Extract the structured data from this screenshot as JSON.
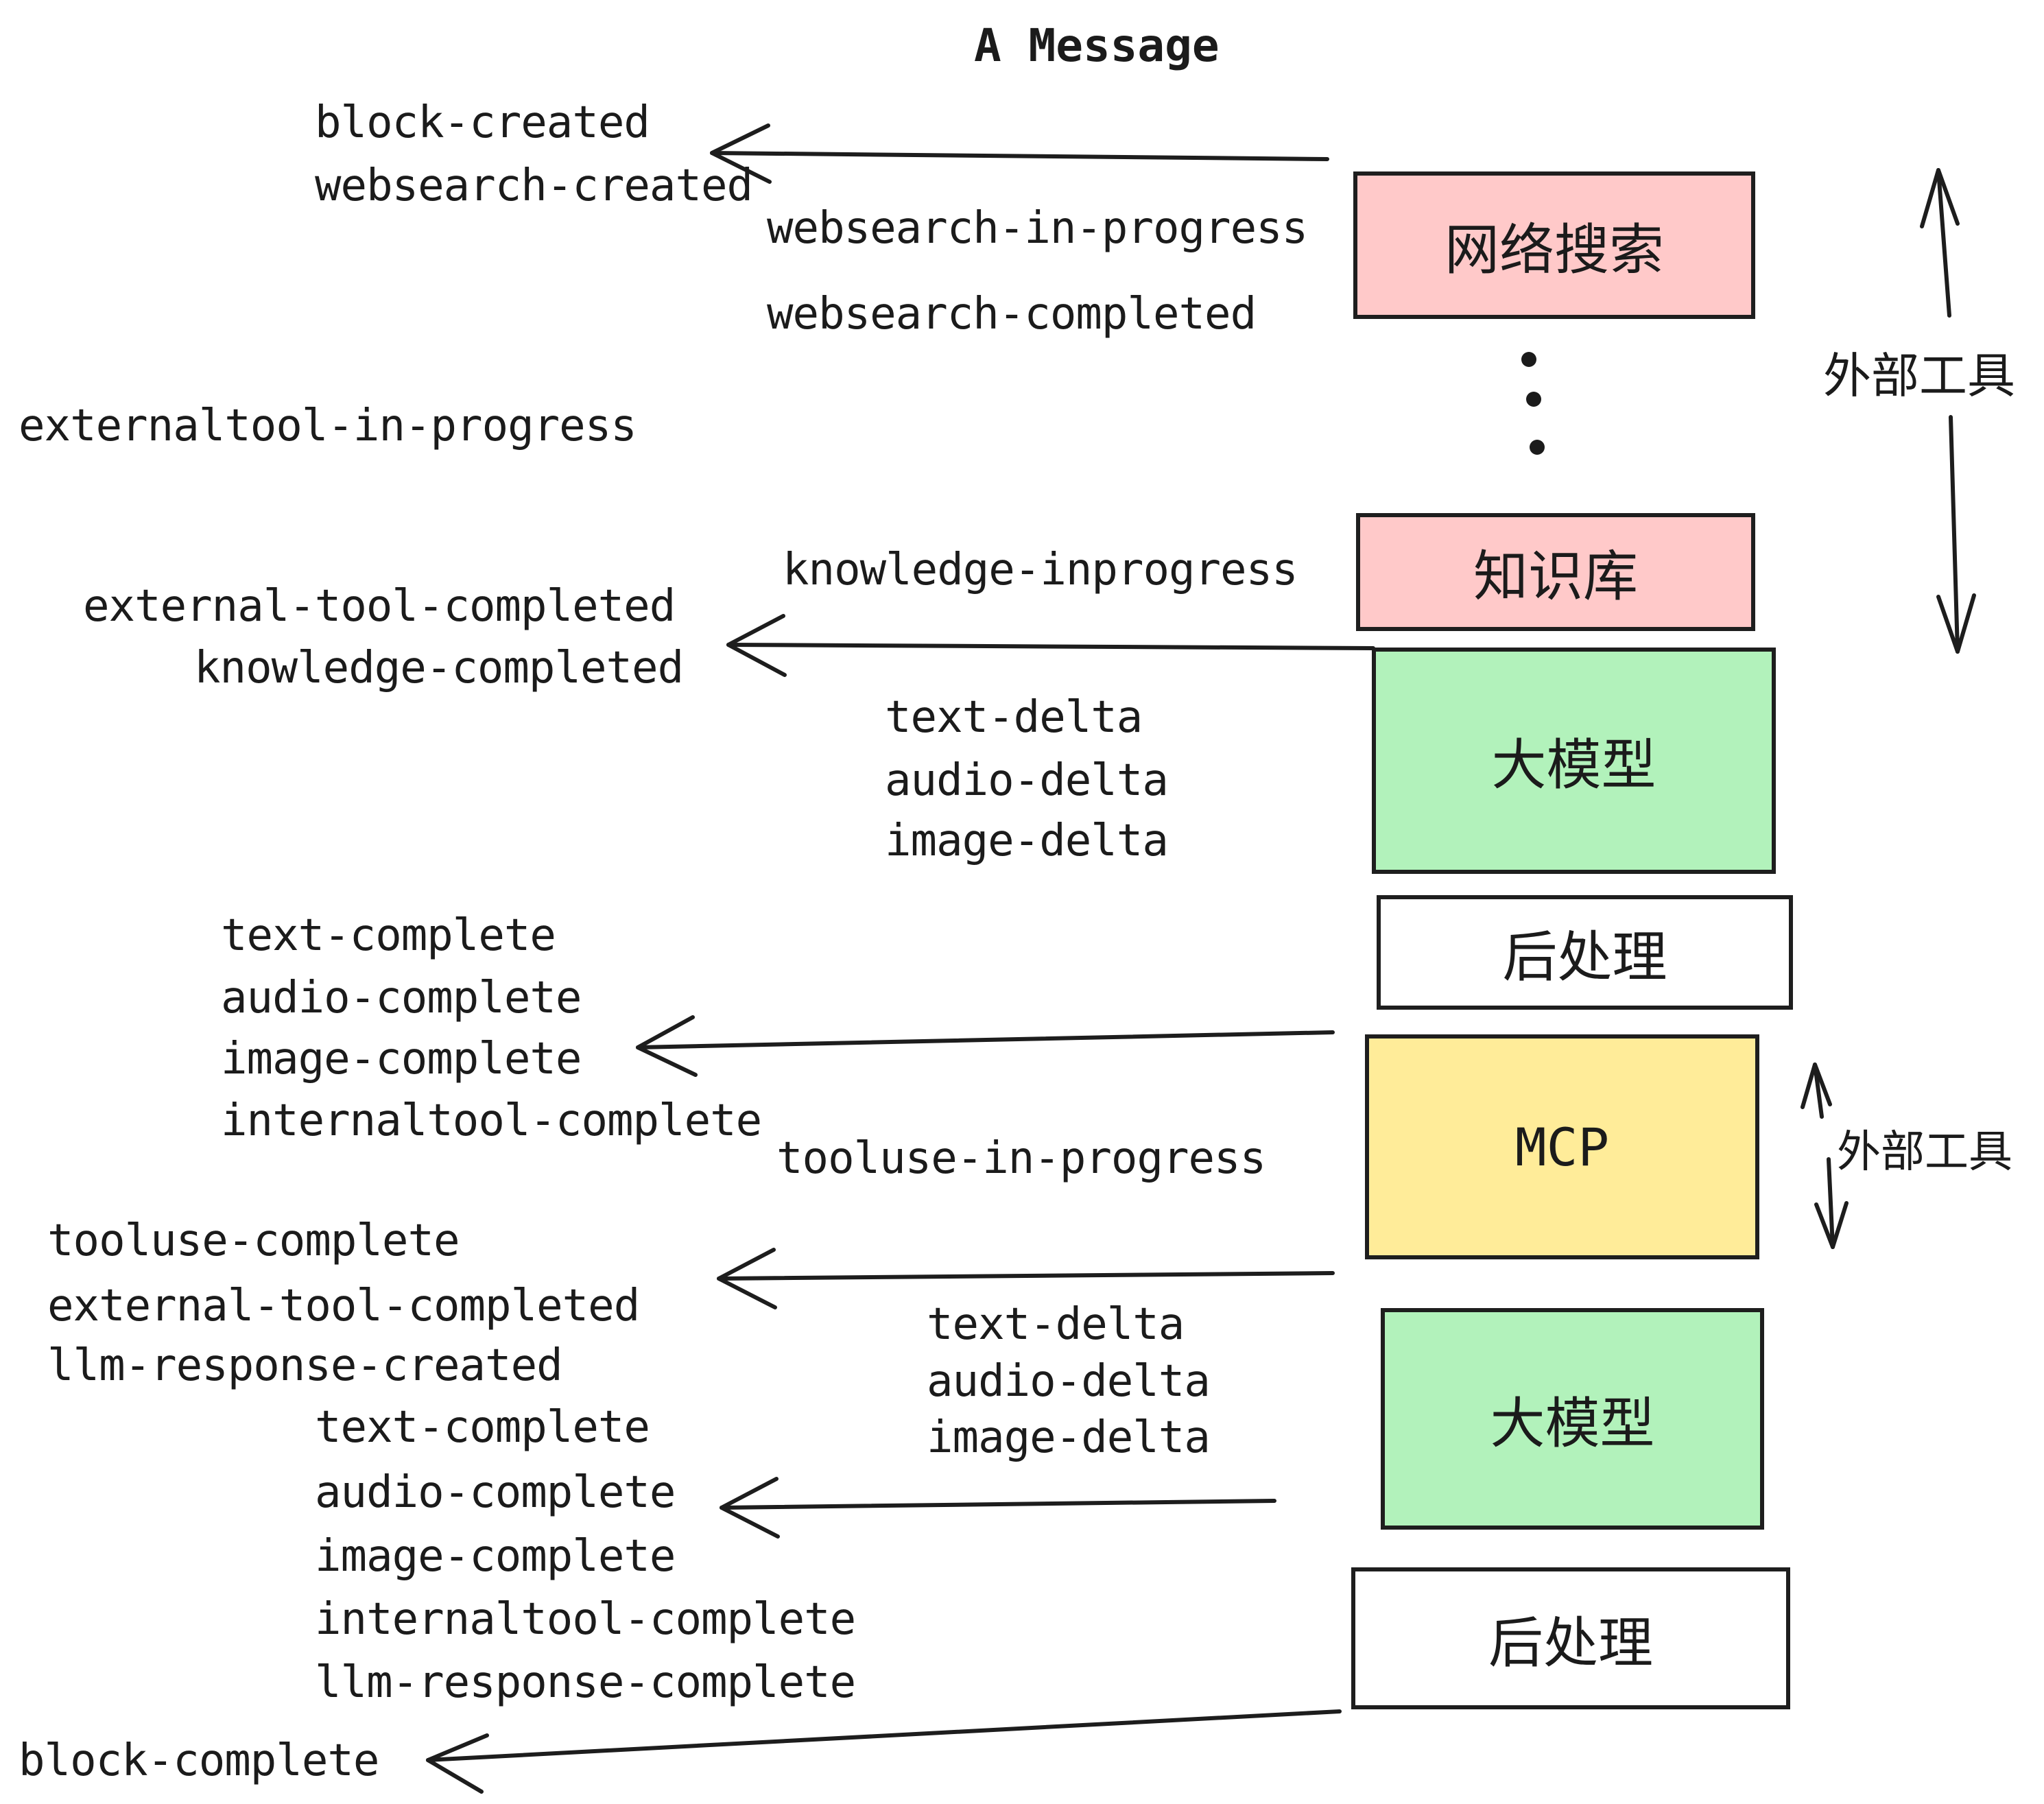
{
  "title": "A Message",
  "events": {
    "block_created": "block-created",
    "websearch_created": "websearch-created",
    "websearch_in_progress": "websearch-in-progress",
    "websearch_completed": "websearch-completed",
    "externaltool_in_progress": "externaltool-in-progress",
    "knowledge_inprogress": "knowledge-inprogress",
    "external_tool_completed": "external-tool-completed",
    "knowledge_completed": "knowledge-completed",
    "text_delta": "text-delta",
    "audio_delta": "audio-delta",
    "image_delta": "image-delta",
    "text_complete": "text-complete",
    "audio_complete": "audio-complete",
    "image_complete": "image-complete",
    "internaltool_complete": "internaltool-complete",
    "tooluse_in_progress": "tooluse-in-progress",
    "tooluse_complete": "tooluse-complete",
    "llm_response_created": "llm-response-created",
    "llm_response_complete": "llm-response-complete",
    "block_complete": "block-complete"
  },
  "nodes": {
    "web_search": {
      "label": "网络搜索",
      "fill": "#ffc9c9"
    },
    "knowledge_base": {
      "label": "知识库",
      "fill": "#ffc9c9"
    },
    "llm_top": {
      "label": "大模型",
      "fill": "#b2f2bb"
    },
    "post_process_top": {
      "label": "后处理",
      "fill": "#ffffff"
    },
    "mcp": {
      "label": "MCP",
      "fill": "#ffec99"
    },
    "llm_bottom": {
      "label": "大模型",
      "fill": "#b2f2bb"
    },
    "post_process_bottom": {
      "label": "后处理",
      "fill": "#ffffff"
    }
  },
  "annotations": {
    "external_tools_top": "外部工具",
    "external_tools_mid": "外部工具"
  },
  "colors": {
    "box_border": "#1e1e1e",
    "pink": "#ffc9c9",
    "green": "#b2f2bb",
    "yellow": "#ffec99",
    "white": "#ffffff",
    "arrow": "#1d1d1d",
    "text": "#1b1b1b"
  }
}
